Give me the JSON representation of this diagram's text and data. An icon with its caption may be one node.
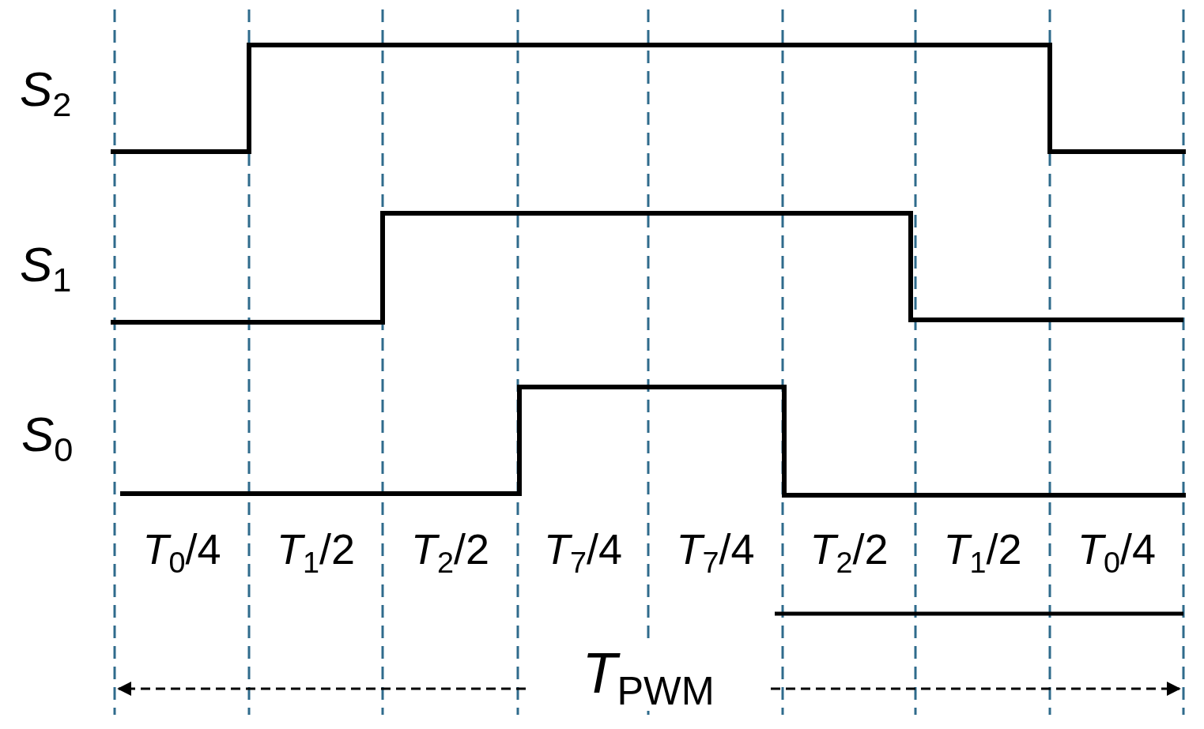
{
  "diagram": {
    "labels": [
      "*S*$_{2}$",
      "*S*$_{1}$",
      "*S*$_{0}$",
      "*T*$_{0}$/4",
      "*T*$_{1}$/2",
      "*T*$_{2}$/2",
      "*T*$_{7}$/4",
      "*T*$_{7}$/4",
      "*T*$_{2}$/2",
      "*T*$_{1}$/2",
      "*T*$_{0}$/4",
      "*T*$_{PWM}$"
    ]
  }
}
